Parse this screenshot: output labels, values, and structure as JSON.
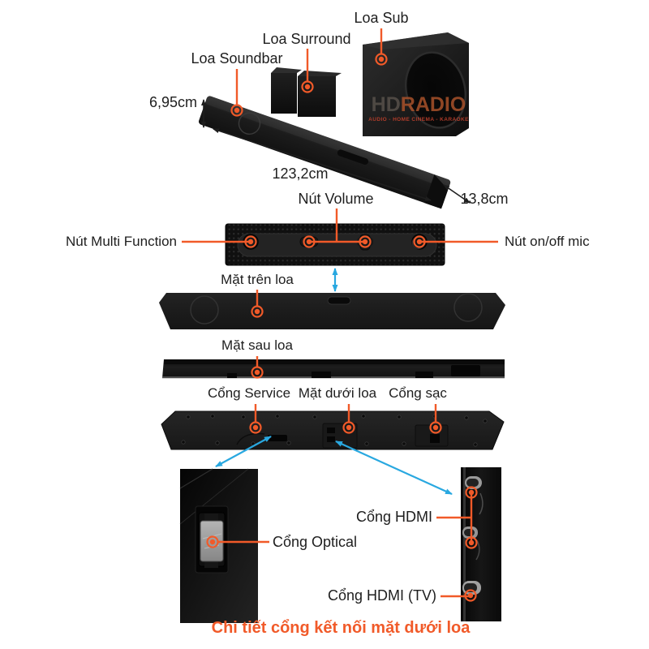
{
  "colors": {
    "callout_orange": "#F15A29",
    "arrow_blue": "#29A8E0",
    "label_text": "#1E1E1E",
    "caption_orange": "#F15A29"
  },
  "watermark": {
    "hd": "HD",
    "radio": "RADIO",
    "tagline": "AUDIO - HOME CINEMA - KARAOKE"
  },
  "labels": {
    "loa_sub": "Loa Sub",
    "loa_surround": "Loa Surround",
    "loa_soundbar": "Loa Soundbar",
    "dim_height": "6,95cm",
    "dim_length": "123,2cm",
    "dim_depth": "13,8cm",
    "nut_volume": "Nút Volume",
    "nut_multi_function": "Nút Multi Function",
    "nut_mic": "Nút on/off mic",
    "mat_tren_loa": "Mặt trên loa",
    "mat_sau_loa": "Mặt sau loa",
    "cong_service": "Cổng Service",
    "mat_duoi_loa": "Mặt dưới loa",
    "cong_sac": "Cổng sạc",
    "cong_hdmi": "Cổng HDMI",
    "cong_optical": "Cổng Optical",
    "cong_hdmi_tv": "Cổng HDMI (TV)",
    "caption": "Chi tiết cổng kết nối mặt dưới loa"
  }
}
